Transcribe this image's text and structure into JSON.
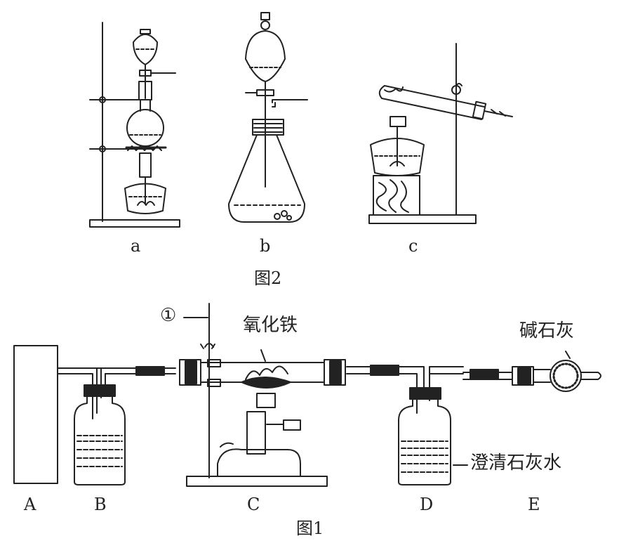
{
  "figure2": {
    "caption": "图2",
    "labels": {
      "a": "a",
      "b": "b",
      "c": "c"
    }
  },
  "figure1": {
    "caption": "图1",
    "labels": {
      "A": "A",
      "B": "B",
      "C": "C",
      "D": "D",
      "E": "E"
    },
    "annotations": {
      "circled_one": "①",
      "iron_oxide": "氧化铁",
      "soda_lime": "碱石灰",
      "limewater": "澄清石灰水"
    }
  }
}
